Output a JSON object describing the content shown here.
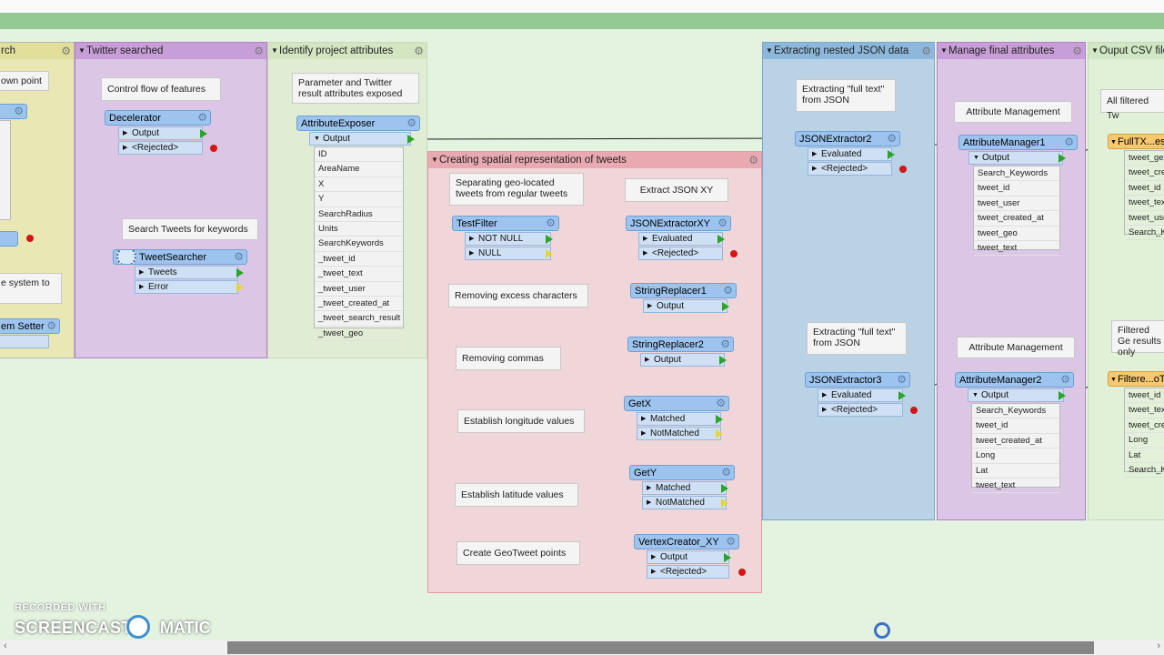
{
  "bookmarks": [
    {
      "id": "search",
      "title": "rch",
      "color": "#e9e7b4"
    },
    {
      "id": "twitter",
      "title": "Twitter searched",
      "color": "#dcc6e6"
    },
    {
      "id": "identify",
      "title": "Identify project attributes",
      "color": "#e1ecd4"
    },
    {
      "id": "spatial",
      "title": "Creating spatial representation of tweets",
      "color": "#f0d6d9"
    },
    {
      "id": "json",
      "title": "Extracting nested JSON data",
      "color": "#b9d2e6"
    },
    {
      "id": "manage",
      "title": "Manage final attributes",
      "color": "#dcc6e6"
    },
    {
      "id": "csv",
      "title": "Ouput CSV files",
      "color": "#e1f1d8"
    }
  ],
  "annotations": {
    "known_point": "own point",
    "system_to": "e system to",
    "control_flow": "Control flow of features",
    "search_tweets": "Search Tweets for keywords",
    "param_twitter": "Parameter and Twitter result attributes exposed",
    "separating": "Separating geo-located tweets from regular tweets",
    "extract_json_xy": "Extract JSON XY",
    "removing_excess": "Removing excess characters",
    "removing_commas": "Removing commas",
    "establish_long": "Establish longitude values",
    "establish_lat": "Establish latitude values",
    "create_geotweet": "Create GeoTweet points",
    "extracting_full1": "Extracting \"full text\" from JSON",
    "extracting_full2": "Extracting \"full text\" from JSON",
    "attr_mgmt1": "Attribute Management",
    "attr_mgmt2": "Attribute Management",
    "all_filtered": "All filtered Tw",
    "filtered_geo": "Filtered Ge results only"
  },
  "transformers": {
    "em_setter": "em Setter",
    "decelerator": "Decelerator",
    "tweetsearcher": "TweetSearcher",
    "attributeexposer": "AttributeExposer",
    "testfilter": "TestFilter",
    "jsonextractorxy": "JSONExtractorXY",
    "stringreplacer1": "StringReplacer1",
    "stringreplacer2": "StringReplacer2",
    "getx": "GetX",
    "gety": "GetY",
    "vertexcreator": "VertexCreator_XY",
    "jsonextractor2": "JSONExtractor2",
    "jsonextractor3": "JSONExtractor3",
    "attributemanager1": "AttributeManager1",
    "attributemanager2": "AttributeManager2",
    "fulltx": "FullTX...es",
    "filtere": "Filtere...oT"
  },
  "ports": {
    "output": "Output",
    "rejected": "<Rejected>",
    "tweets": "Tweets",
    "error": "Error",
    "not_null": "NOT NULL",
    "null": "NULL",
    "evaluated": "Evaluated",
    "matched": "Matched",
    "not_matched": "NotMatched"
  },
  "attribute_exposer_attrs": [
    "ID",
    "AreaName",
    "X",
    "Y",
    "SearchRadius",
    "Units",
    "SearchKeywords",
    "_tweet_id",
    "_tweet_text",
    "_tweet_user",
    "_tweet_created_at",
    "_tweet_search_result",
    "_tweet_geo"
  ],
  "attribute_manager1_attrs": [
    "Search_Keywords",
    "tweet_id",
    "tweet_user",
    "tweet_created_at",
    "tweet_geo",
    "tweet_text"
  ],
  "attribute_manager2_attrs": [
    "Search_Keywords",
    "tweet_id",
    "tweet_created_at",
    "Long",
    "Lat",
    "tweet_text"
  ],
  "fulltx_attrs": [
    "tweet_ge",
    "tweet_cre",
    "tweet_id",
    "tweet_tex",
    "tweet_use",
    "Search_K"
  ],
  "filtere_attrs": [
    "tweet_id",
    "tweet_tex",
    "tweet_cre",
    "Long",
    "Lat",
    "Search_K"
  ],
  "watermark": {
    "line1": "RECORDED WITH",
    "line2": "SCREENCAST",
    "line3": "MATIC"
  }
}
